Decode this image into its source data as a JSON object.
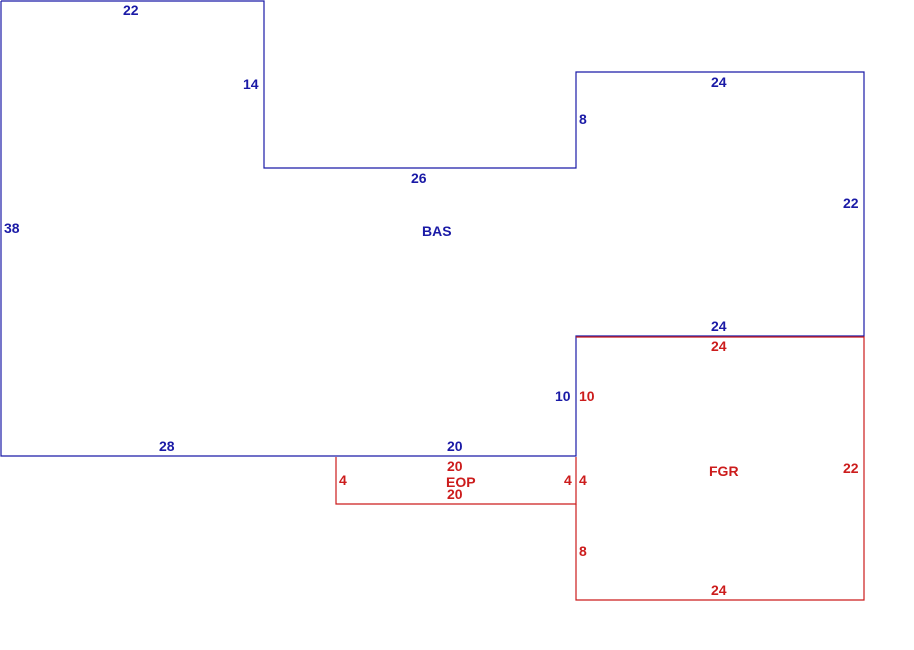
{
  "colors": {
    "bas": "#1a1aa6",
    "addition": "#cc1c1c",
    "background": "#ffffff"
  },
  "areas": {
    "bas": {
      "label": "BAS"
    },
    "fgr": {
      "label": "FGR"
    },
    "eop": {
      "label": "EOP"
    }
  },
  "dimensions": {
    "bas_top_left": "22",
    "bas_notch_left": "14",
    "bas_notch_bottom": "26",
    "bas_step_right": "8",
    "bas_top_right": "24",
    "bas_right": "22",
    "bas_left": "38",
    "bas_bottom_left": "28",
    "bas_bottom_mid": "20",
    "bas_fgr_top": "24",
    "bas_fgr_side": "10",
    "fgr_top": "24",
    "fgr_side_left": "10",
    "fgr_right": "22",
    "fgr_bottom": "24",
    "fgr_lower_left": "8",
    "fgr_eop_side": "4",
    "eop_top": "20",
    "eop_bottom": "20",
    "eop_left": "4",
    "eop_right": "4"
  }
}
